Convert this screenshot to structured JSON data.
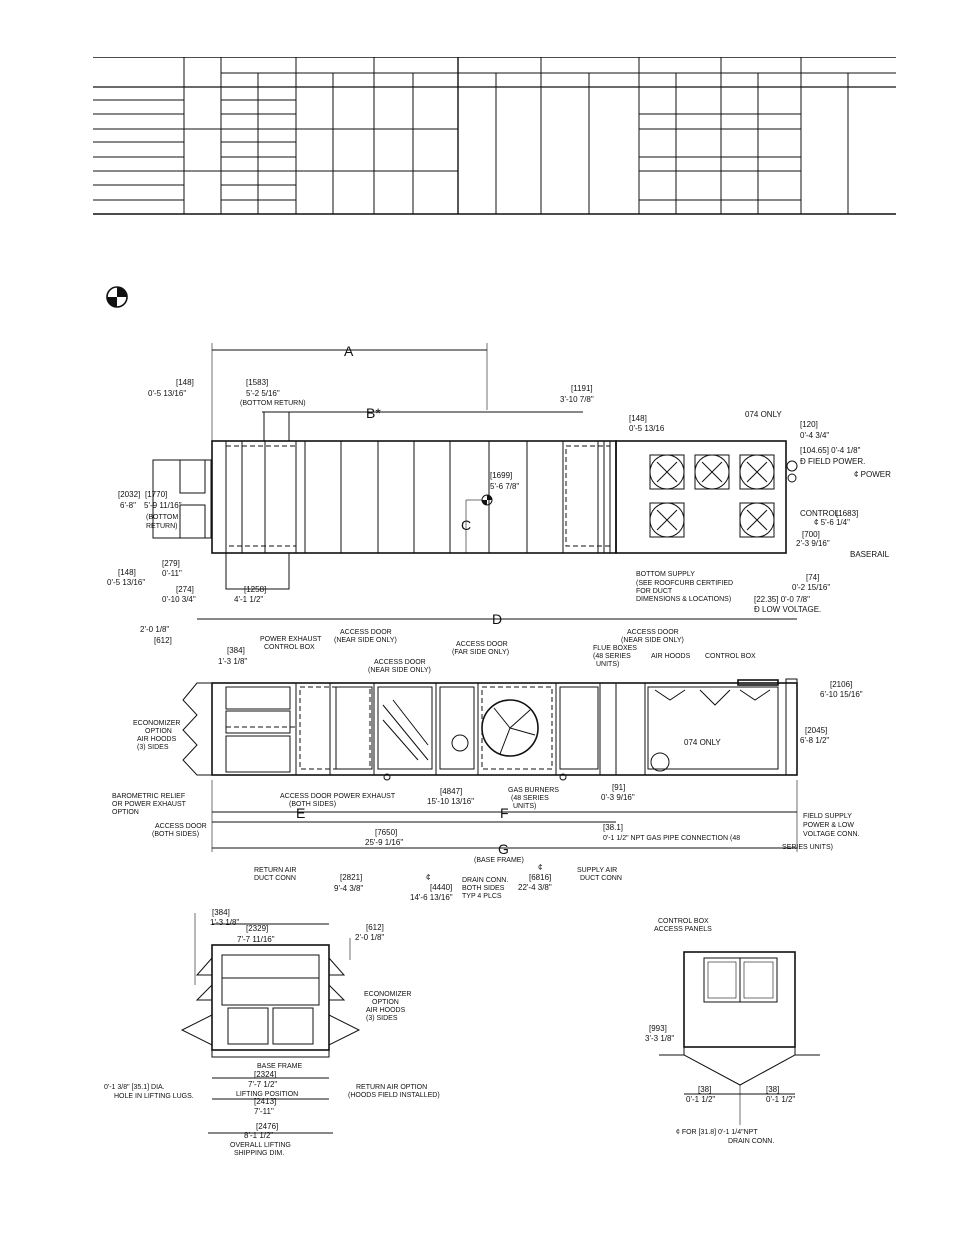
{
  "top_view": {
    "dim_a": "A",
    "dim_b": "B*",
    "dim_c": "C",
    "d148_left": "[148]",
    "d148_left_ft": "0'-5 13/16\"",
    "d1583": "[1583]",
    "d1583_ft": "5'-2 5/16\"",
    "bottom_return_top": "(BOTTOM RETURN)",
    "d1191": "[1191]",
    "d1191_ft": "3'-10 7/8\"",
    "d148_right": "[148]",
    "d148_right_ft": "0'-5 13/16",
    "only_074_top": "074 ONLY",
    "d120": "[120]",
    "d120_ft": "0'-4 3/4\"",
    "d104": "[104.65] 0'-4 1/8\"",
    "field_power": "Đ FIELD POWER.",
    "power": "¢ POWER",
    "d2032": "[2032]",
    "d2032_ft": "6'-8\"",
    "d1770": "[1770]",
    "d1770_ft": "5'-9 11/16\"",
    "bottom_return_paren": "(BOTTOM",
    "return_paren": "RETURN)",
    "d1699": "[1699]",
    "d1699_ft": "5'-6 7/8\"",
    "control": "CONTROL",
    "d1683": "[1683]",
    "d1683_ft": "¢ 5'-6 1/4\"",
    "d700": "[700]",
    "d700_ft": "2'-3 9/16\"",
    "baserail": "BASERAIL",
    "d279": "[279]",
    "d279_ft": "0'-11\"",
    "d148_bottom": "[148]",
    "d148_bottom_ft": "0'-5 13/16\"",
    "d274": "[274]",
    "d274_ft": "0'-10 3/4\"",
    "d1258": "[1258]",
    "d1258_ft": "4'-1 1/2\"",
    "bottom_supply": "BOTTOM SUPPLY",
    "see_roofcurb": "(SEE ROOFCURB CERTIFIED",
    "for_duct": "FOR DUCT",
    "dim_locations": "DIMENSIONS & LOCATIONS)",
    "d74": "[74]",
    "d74_ft": "0'-2 15/16\"",
    "d2235": "[22.35] 0'-0 7/8\"",
    "low_voltage": "Đ LOW VOLTAGE."
  },
  "side_view": {
    "dim_d": "D",
    "dim_e": "E",
    "dim_f": "F",
    "dim_g": "G",
    "d612": "2'-0 1/8\"",
    "d612_mm": "[612]",
    "d384": "[384]",
    "d384_ft": "1'-3 1/8\"",
    "power_exhaust_ctrl": "POWER EXHAUST",
    "control_box_lbl": "CONTROL BOX",
    "access_door_near1": "ACCESS DOOR",
    "near_side_only1": "(NEAR SIDE ONLY)",
    "access_door_near2": "ACCESS DOOR",
    "near_side_only2": "(NEAR SIDE ONLY)",
    "access_door_far": "ACCESS DOOR",
    "far_side_only": "(FAR SIDE ONLY)",
    "access_door_near3": "ACCESS DOOR",
    "near_side_only3": "(NEAR SIDE ONLY)",
    "flue_boxes": "FLUE BOXES",
    "series48": "(48 SERIES",
    "units": "UNITS)",
    "air_hoods": "AIR HOODS",
    "control_box": "CONTROL BOX",
    "d2106": "[2106]",
    "d2106_ft": "6'-10 15/16\"",
    "d2045": "[2045]",
    "d2045_ft": "6'-8 1/2\"",
    "economizer": "ECONOMIZER",
    "option": "OPTION",
    "air_hoods2": "AIR HOODS",
    "three_sides": "(3) SIDES",
    "only_074": "074 ONLY",
    "barometric": "BAROMETRIC RELIEF",
    "or_power_exhaust": "OR POWER EXHAUST",
    "option2": "OPTION",
    "access_door_both": "ACCESS DOOR",
    "both_sides": "(BOTH SIDES)",
    "access_door_pe": "ACCESS DOOR POWER EXHAUST",
    "both_sides2": "(BOTH SIDES)",
    "d4847": "[4847]",
    "d4847_ft": "15'-10 13/16\"",
    "gas_burners": "GAS BURNERS",
    "gas_48": "(48 SERIES",
    "gas_units": "UNITS)",
    "d91": "[91]",
    "d91_ft": "0'-3 9/16\"",
    "field_supply": "FIELD SUPPLY",
    "power_low": "POWER & LOW",
    "voltage_conn": "VOLTAGE CONN.",
    "d7650": "[7650]",
    "d7650_ft": "25'-9 1/16\"",
    "d381": "[38.1]",
    "npt_gas": "0'-1 1/2\" NPT GAS PIPE CONNECTION (48",
    "series_units": "SERIES UNITS)",
    "base_frame": "(BASE FRAME)",
    "return_air": "RETURN AIR",
    "duct_conn": "DUCT CONN",
    "d2821": "[2821]",
    "d2821_ft": "9'-4 3/8\"",
    "d4440": "[4440]",
    "d4440_ft": "14'-6 13/16\"",
    "drain_conn": "DRAIN CONN.",
    "drain_both": "BOTH SIDES",
    "drain_typ": "TYP 4 PLCS",
    "d6816": "[6816]",
    "d6816_ft": "22'-4 3/8\"",
    "supply_air": "SUPPLY AIR",
    "supply_duct": "DUCT CONN",
    "cl": "¢"
  },
  "end_view": {
    "d384": "[384]",
    "d384_ft": "1'-3 1/8\"",
    "d2329": "[2329]",
    "d2329_ft": "7'-7 11/16\"",
    "d612": "[612]",
    "d612_ft": "2'-0 1/8\"",
    "economizer": "ECONOMIZER",
    "option": "OPTION",
    "air_hoods": "AIR HOODS",
    "three_sides": "(3) SIDES",
    "base_frame": "BASE FRAME",
    "d2324": "[2324]",
    "d2324_ft": "7'-7 1/2\"",
    "lifting_position": "LIFTING POSITION",
    "d2413": "[2413]",
    "d2413_ft": "7'-11\"",
    "d2476": "[2476]",
    "d2476_ft": "8'-1 1/2\"",
    "overall_lifting": "OVERALL LIFTING",
    "shipping_dim": "SHIPPING DIM.",
    "hole_dia": "0'-1 3/8\" [35.1] DIA.",
    "hole_lugs": "HOLE IN LIFTING LUGS.",
    "return_air_opt": "RETURN AIR OPTION",
    "hoods_field": "(HOODS FIELD INSTALLED)"
  },
  "right_end_view": {
    "control_box": "CONTROL BOX",
    "access_panels": "ACCESS PANELS",
    "d993": "[993]",
    "d993_ft": "3'-3 1/8\"",
    "d38_left": "[38]",
    "d38_left_ft": "0'-1 1/2\"",
    "d38_right": "[38]",
    "d38_right_ft": "0'-1 1/2\"",
    "drain_for": "¢ FOR [31.8] 0'-1 1/4\"NPT",
    "drain_conn": "DRAIN CONN."
  }
}
